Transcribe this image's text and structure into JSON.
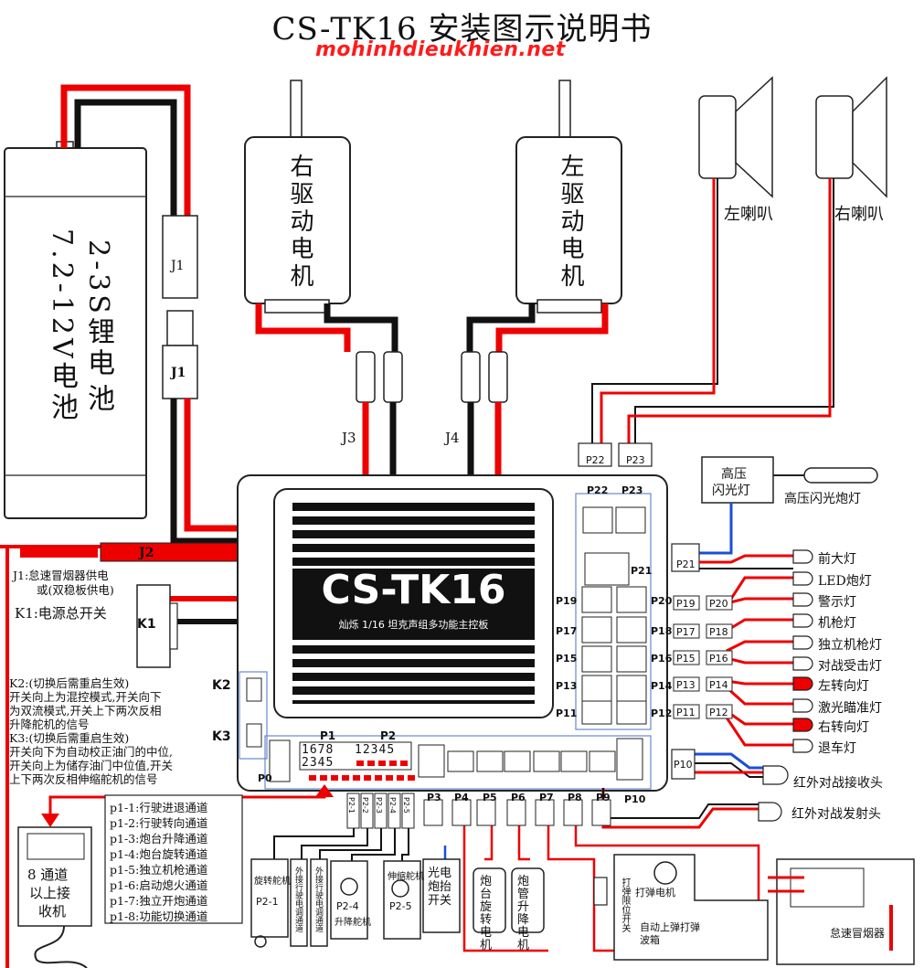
{
  "title": "CS-TK16 安装图示说明书",
  "watermark": "mohinhdieukhien.net",
  "battery": {
    "line1": "2-3S锂电",
    "line2": "7.2-12V电池",
    "label": "池"
  },
  "connectors": {
    "j1_top": "J1",
    "j1_bottom": "J1",
    "j2": "J2",
    "j3": "J3",
    "j4": "J4"
  },
  "motors": {
    "right": "右驱动电机",
    "left": "左驱动电机"
  },
  "speakers": {
    "left": "左喇叭",
    "right": "右喇叭"
  },
  "flash": {
    "box_line1": "高压",
    "box_line2": "闪光灯",
    "tube_label": "高压闪光炮灯"
  },
  "board": {
    "brand": "CS-TK16",
    "subtitle": "灿烁 1/16 坦克声组多功能主控板",
    "k2": "K2",
    "k3": "K3",
    "p0": "P0",
    "p1": "P1",
    "p2": "P2",
    "p10": "P10",
    "p1_top": [
      "1",
      "6",
      "7",
      "8"
    ],
    "p1_bottom": [
      "2",
      "3",
      "4",
      "5"
    ],
    "p2_top": [
      "1",
      "2",
      "3",
      "4",
      "5"
    ],
    "right_ports_left": [
      "P19",
      "P17",
      "P15",
      "P13",
      "P11"
    ],
    "right_ports_right": [
      "P20",
      "P18",
      "P16",
      "P14",
      "P12"
    ],
    "top_ports": [
      "P22",
      "P23",
      "P21"
    ]
  },
  "lights": [
    {
      "port": "P21",
      "label": "前大灯"
    },
    {
      "port": "P20",
      "label": "LED炮灯"
    },
    {
      "port": "P19",
      "label": "警示灯"
    },
    {
      "port": "P18",
      "label": "机枪灯"
    },
    {
      "port": "P17",
      "label": "独立机枪灯"
    },
    {
      "port": "P16",
      "label": "对战受击灯"
    },
    {
      "port": "P15",
      "label": "左转向灯"
    },
    {
      "port": "P14",
      "label": "激光瞄准灯"
    },
    {
      "port": "P13",
      "label": "右转向灯"
    },
    {
      "port": "P12",
      "label": "退车灯"
    }
  ],
  "ir": {
    "rx_port": "P10",
    "rx_label": "红外对战接收头",
    "tx_label": "红外对战发射头"
  },
  "left_notes": {
    "j1": "J1:怠速冒烟器供电",
    "j1b": "或(双稳板供电)",
    "k1": "K1:电源总开关",
    "k1_tag": "K1",
    "k2_lines": [
      "K2:(切换后需重启生效)",
      "开关向上为混控模式,开关向下",
      "为双流模式,开关上下两次反相",
      "升降舵机的信号"
    ],
    "k3_lines": [
      "K3:(切换后需重启生效)",
      "开关向下为自动校正油门的中位,",
      "开关向上为储存油门中位值,开关",
      "上下两次反相伸缩舵机的信号"
    ]
  },
  "channels": [
    "p1-1:行驶进退通道",
    "p1-2:行驶转向通道",
    "p1-3:炮台升降通道",
    "p1-4:炮台旋转通道",
    "p1-5:独立机枪通道",
    "p1-6:启动熄火通道",
    "p1-7:独立开炮通道",
    "p1-8:功能切换通道"
  ],
  "receiver": {
    "line1": "8 通道",
    "line2": "以上接",
    "line3": "收机"
  },
  "bottom_ports": [
    "P3",
    "P4",
    "P5",
    "P6",
    "P7",
    "P8",
    "P9"
  ],
  "p2_tags": [
    "P2-1",
    "P2-2",
    "P2-3",
    "P2-4",
    "P2-5"
  ],
  "servos": {
    "s1_top": "旋转舵机",
    "s1_tag": "P2-1",
    "s2": "外接行驶电调通道",
    "s3": "外接行驶电调通道",
    "s4_tag": "P2-4",
    "s4_bottom": "升降舵机",
    "s5_top": "伸缩舵机",
    "s5_tag": "P2-5"
  },
  "bottom_devices": {
    "gun_switch": "光电炮抬开关",
    "turret_motor": "炮台旋转电机",
    "barrel_motor": "炮管升降电机",
    "shot_motor": "打弹电机",
    "reset_switch": "打弹限位开关",
    "gearbox": "自动上弹打弹波箱",
    "smoker": "怠速冒烟器"
  }
}
